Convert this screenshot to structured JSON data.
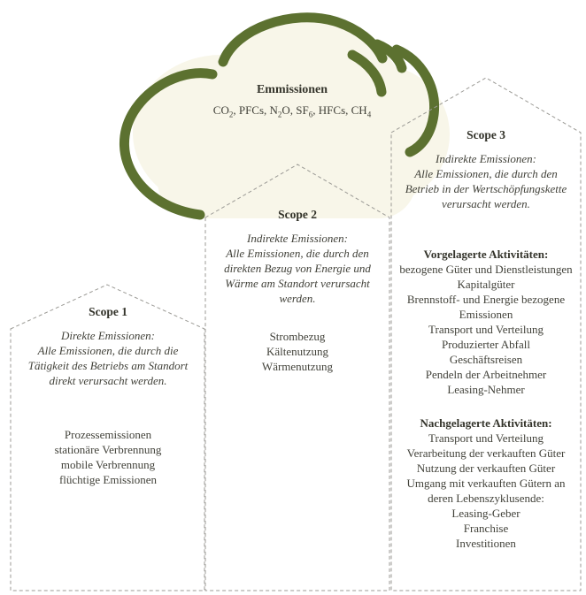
{
  "colors": {
    "cloud_fill": "#f8f6e9",
    "cloud_stroke": "#5c7130",
    "box_border": "#9b9a95",
    "text": "#42423a"
  },
  "cloud": {
    "title": "Emmissionen",
    "gases": [
      {
        "t": "CO"
      },
      {
        "s": "2"
      },
      {
        "t": ", PFCs, N"
      },
      {
        "s": "2"
      },
      {
        "t": "O, SF"
      },
      {
        "s": "6"
      },
      {
        "t": ", HFCs, CH"
      },
      {
        "s": "4"
      }
    ]
  },
  "scopes": [
    {
      "title": "Scope 1",
      "desc_title": "Direkte Emissionen:",
      "desc_body": "Alle Emissionen, die durch die Tätigkeit des Betriebs am Standort direkt verursacht werden.",
      "sections": [
        {
          "heading": "",
          "items": [
            "Prozessemissionen",
            "stationäre Verbrennung",
            "mobile Verbrennung",
            "flüchtige Emissionen"
          ]
        }
      ]
    },
    {
      "title": "Scope 2",
      "desc_title": "Indirekte Emissionen:",
      "desc_body": "Alle Emissionen, die durch den direkten Bezug von Energie und Wärme am Standort verursacht werden.",
      "sections": [
        {
          "heading": "",
          "items": [
            "Strombezug",
            "Kältenutzung",
            "Wärmenutzung"
          ]
        }
      ]
    },
    {
      "title": "Scope 3",
      "desc_title": "Indirekte Emissionen:",
      "desc_body": "Alle Emissionen, die durch den Betrieb in der Wertschöpfungskette verursacht werden.",
      "sections": [
        {
          "heading": "Vorgelagerte Aktivitäten:",
          "items": [
            "bezogene Güter und Dienstleistungen",
            "Kapitalgüter",
            "Brennstoff- und Energie bezogene Emissionen",
            "Transport und Verteilung",
            "Produzierter Abfall",
            "Geschäftsreisen",
            "Pendeln der Arbeitnehmer",
            "Leasing-Nehmer"
          ]
        },
        {
          "heading": "Nachgelagerte Aktivitäten:",
          "items": [
            "Transport und Verteilung",
            "Verarbeitung der verkauften Güter",
            "Nutzung der verkauften Güter",
            "Umgang mit verkauften Gütern an deren Lebenszyklusende:",
            "Leasing-Geber",
            "Franchise",
            "Investitionen"
          ]
        }
      ]
    }
  ]
}
